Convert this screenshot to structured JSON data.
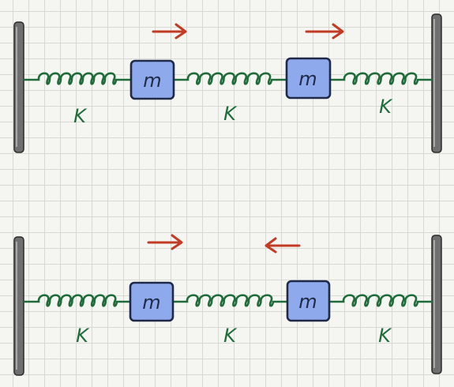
{
  "colors": {
    "wall": "#6f6f6f",
    "spring": "#1f6b3a",
    "mass_fill": "#8ea9ec",
    "mass_stroke": "#1e2a48",
    "arrow": "#c23b24",
    "label": "#1f6b3a"
  },
  "scenes": [
    {
      "id": "in-phase",
      "mass_labels": [
        "m",
        "m"
      ],
      "spring_labels": [
        "K",
        "K",
        "K"
      ],
      "arrows": [
        "right",
        "right"
      ]
    },
    {
      "id": "out-of-phase",
      "mass_labels": [
        "m",
        "m"
      ],
      "spring_labels": [
        "K",
        "K",
        "K"
      ],
      "arrows": [
        "right",
        "left"
      ]
    }
  ]
}
